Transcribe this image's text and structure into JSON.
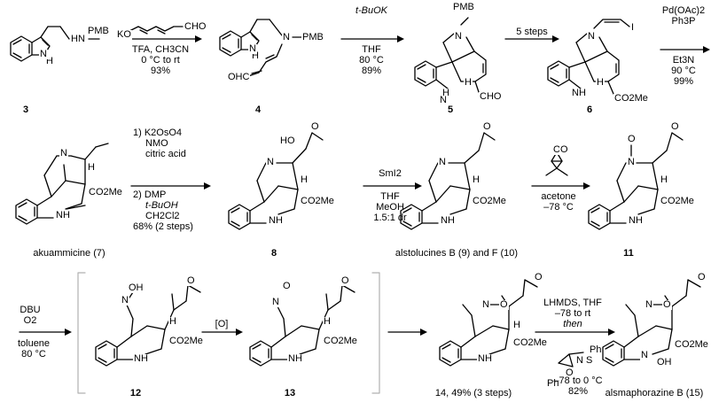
{
  "compounds": {
    "c3": "3",
    "c4": "4",
    "c5": "5",
    "c6": "6",
    "c7_name": "akuammicine (7)",
    "c8": "8",
    "c9_10_name": "alstolucines B (9) and F (10)",
    "c11": "11",
    "c12": "12",
    "c13": "13",
    "c14": "14, 49% (3 steps)",
    "c15_name": "alsmaphorazine B (15)"
  },
  "atoms": {
    "N": "N",
    "H": "H",
    "NH": "NH",
    "HN": "HN",
    "PMB": "PMB",
    "HNPMB": "HN",
    "KO": "KO",
    "CHO": "CHO",
    "OHC": "OHC",
    "I": "I",
    "O": "O",
    "HO": "HO",
    "OH": "OH",
    "CO2Me": "CO2Me",
    "Ph": "Ph",
    "S": "S"
  },
  "step1": {
    "line1": "TFA, CH3CN",
    "line2": "0 °C to rt",
    "line3": "93%"
  },
  "step2": {
    "line1": "t-BuOK",
    "line2": "THF",
    "line3": "80 °C",
    "line4": "89%"
  },
  "step3": {
    "line1": "5 steps"
  },
  "step4": {
    "line1": "Pd(OAc)2",
    "line2": "Ph3P",
    "line3": "Et3N",
    "line4": "90 °C",
    "line5": "99%"
  },
  "step5": {
    "line1": "1) K2OsO4",
    "line2": "NMO",
    "line3": "citric acid",
    "line4": "2) DMP",
    "line5": "t-BuOH",
    "line6": "CH2Cl2",
    "line7": "68% (2 steps)"
  },
  "step6": {
    "line1": "SmI2",
    "line2": "THF",
    "line3": "MeOH",
    "line4": "1.5:1 dr"
  },
  "step7": {
    "line1": "acetone",
    "line2": "–78 °C"
  },
  "step8": {
    "line1": "DBU",
    "line2": "O2",
    "line3": "toluene",
    "line4": "80 °C"
  },
  "step9": {
    "line1": "[O]"
  },
  "step10": {
    "line1": "LHMDS, THF",
    "line2": "–78 to rt",
    "line3": "then",
    "line4": "–78 to 0 °C",
    "line5": "82%"
  }
}
